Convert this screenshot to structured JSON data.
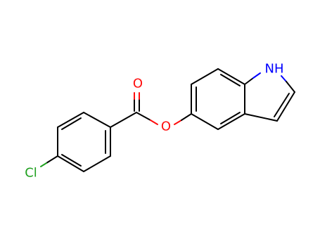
{
  "molecule": {
    "atoms": {
      "chlorine": {
        "label": "Cl",
        "color": "#1fa01f"
      },
      "carbonyl_oxygen": {
        "label": "O",
        "color": "#ff0d0d"
      },
      "ester_oxygen": {
        "label": "O",
        "color": "#ff0d0d"
      },
      "indole_nitrogen": {
        "label": "NH",
        "color": "#0000ff"
      }
    }
  }
}
